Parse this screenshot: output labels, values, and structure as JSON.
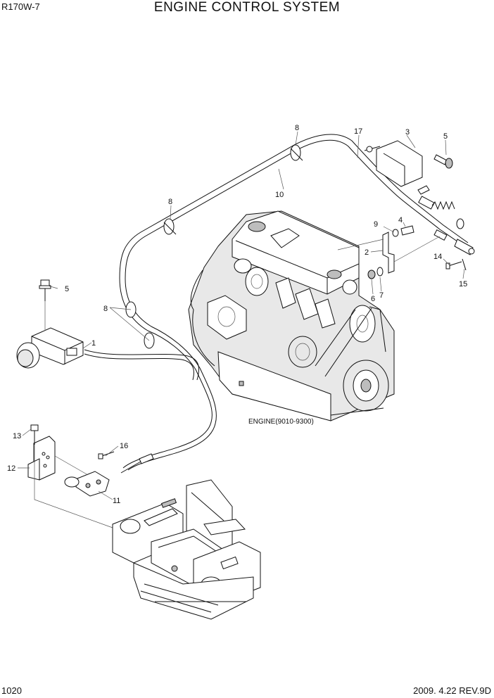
{
  "header": {
    "model": "R170W-7",
    "title": "ENGINE CONTROL SYSTEM"
  },
  "footer": {
    "page": "1020",
    "revision": "2009. 4.22  REV.9D"
  },
  "engine_label": "ENGINE(9010-9300)",
  "callouts": {
    "c1": "1",
    "c2": "2",
    "c3": "3",
    "c4": "4",
    "c5a": "5",
    "c5b": "5",
    "c6": "6",
    "c7": "7",
    "c8a": "8",
    "c8b": "8",
    "c8c": "8",
    "c9": "9",
    "c10": "10",
    "c11": "11",
    "c12": "12",
    "c13": "13",
    "c14": "14",
    "c15": "15",
    "c16": "16",
    "c17": "17"
  }
}
